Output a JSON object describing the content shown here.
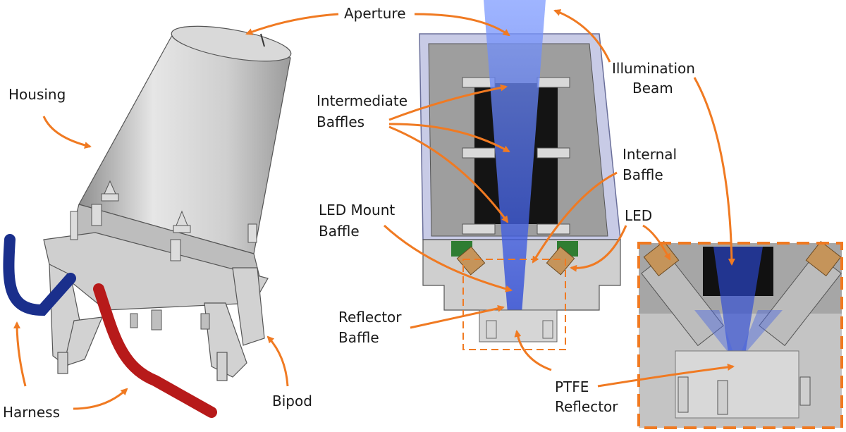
{
  "labels": {
    "housing": "Housing",
    "aperture": "Aperture",
    "illumination_1": "Illumination",
    "illumination_2": "Beam",
    "intermediate_1": "Intermediate",
    "intermediate_2": "Baffles",
    "internal_1": "Internal",
    "internal_2": "Baffle",
    "led_mount_1": "LED Mount",
    "led_mount_2": "Baffle",
    "led": "LED",
    "reflector_baffle_1": "Reflector",
    "reflector_baffle_2": "Baffle",
    "ptfe_1": "PTFE",
    "ptfe_2": "Reflector",
    "harness": "Harness",
    "bipod": "Bipod"
  },
  "colors": {
    "arrow": "#f07a22",
    "beam": "#1f3fbf",
    "housing_metal": "#c9c9c9",
    "harness_blue": "#1a2f8c",
    "harness_red": "#b71a1a",
    "inset_border": "#f07a22"
  }
}
